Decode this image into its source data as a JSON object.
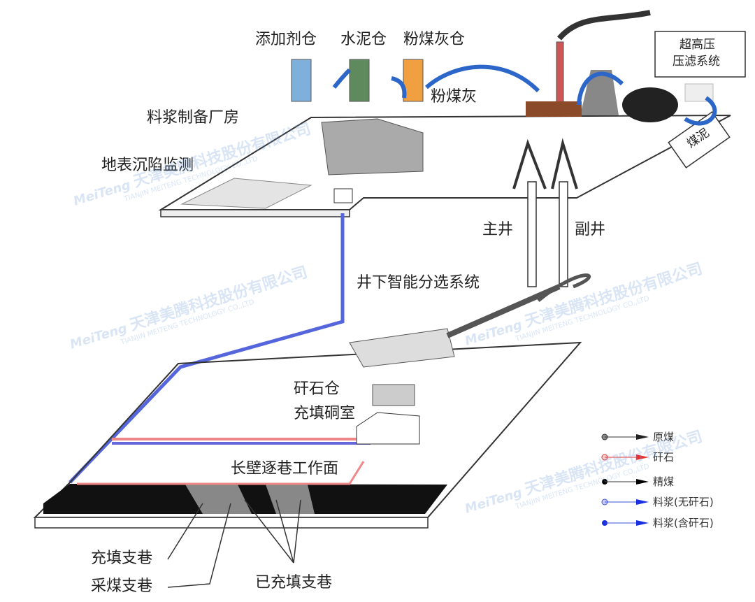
{
  "labels": {
    "additive_silo": "添加剂仓",
    "cement_silo": "水泥仓",
    "flyash_silo": "粉煤灰仓",
    "flyash": "粉煤灰",
    "slurry_plant": "料浆制备厂房",
    "subsidence_monitoring": "地表沉陷监测",
    "main_shaft": "主井",
    "auxiliary_shaft": "副井",
    "underground_sorting": "井下智能分选系统",
    "gangue_bin": "矸石仓",
    "filling_chamber": "充填硐室",
    "longwall_face": "长壁逐巷工作面",
    "filling_branch": "充填支巷",
    "mining_branch": "采煤支巷",
    "filled_branch": "已充填支巷",
    "filter_press_line1": "超高压",
    "filter_press_line2": "压滤系统",
    "coal_slime": "煤泥"
  },
  "legend": [
    {
      "label": "原煤",
      "color": "#222222"
    },
    {
      "label": "矸石",
      "color": "#e53030"
    },
    {
      "label": "精煤",
      "color": "#000000"
    },
    {
      "label": "料浆(无矸石)",
      "color": "#3a4fd8"
    },
    {
      "label": "料浆(含矸石)",
      "color": "#1a2fe0"
    }
  ],
  "watermark": {
    "logo": "MeiTeng",
    "cn": "天津美腾科技股份有限公司",
    "en": "TIANJIN MEITENG TECHNOLOGY CO.,LTD"
  }
}
